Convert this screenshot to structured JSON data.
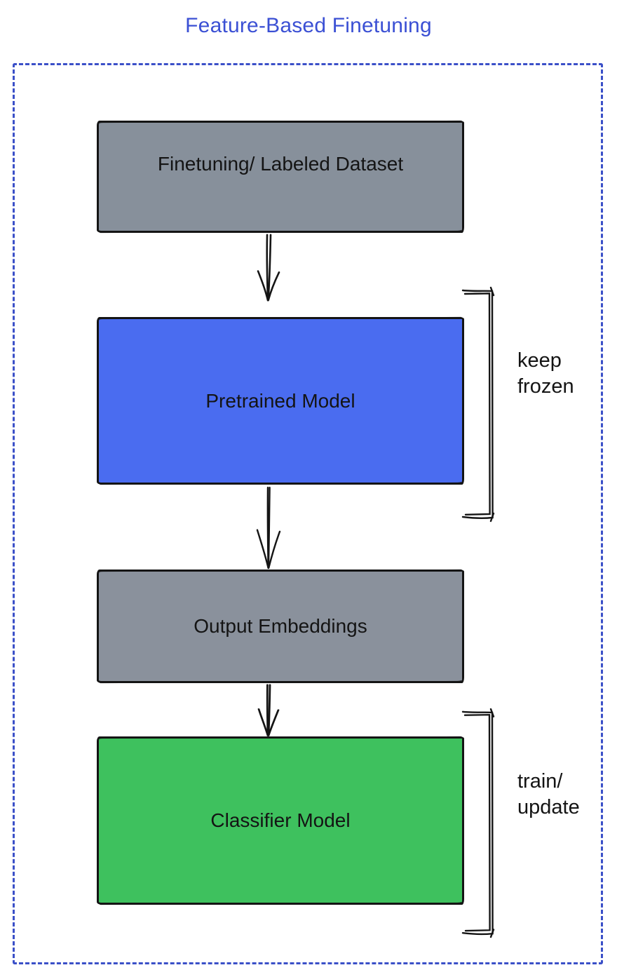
{
  "title": {
    "text": "Feature-Based Finetuning"
  },
  "colors": {
    "title_blue": "#3b50d4",
    "frame_dash_blue": "#3b50c8",
    "node_stroke": "#151515",
    "gray_box": "#87909b",
    "blue_box": "#4a6cf0",
    "green_box": "#3ec15e",
    "label_black": "#141414"
  },
  "diagram": {
    "nodes": [
      {
        "id": "finetuning-dataset",
        "label": "Finetuning/ Labeled Dataset",
        "fill": "#87909b"
      },
      {
        "id": "pretrained-model",
        "label": "Pretrained Model",
        "fill": "#4a6cf0"
      },
      {
        "id": "output-embeddings",
        "label": "Output Embeddings",
        "fill": "#8a919c"
      },
      {
        "id": "classifier-model",
        "label": "Classifier Model",
        "fill": "#3ec15e"
      }
    ],
    "annotations": [
      {
        "target": "pretrained-model",
        "lines": [
          "keep",
          "frozen"
        ]
      },
      {
        "target": "classifier-model",
        "lines": [
          "train/",
          "update"
        ]
      }
    ]
  }
}
